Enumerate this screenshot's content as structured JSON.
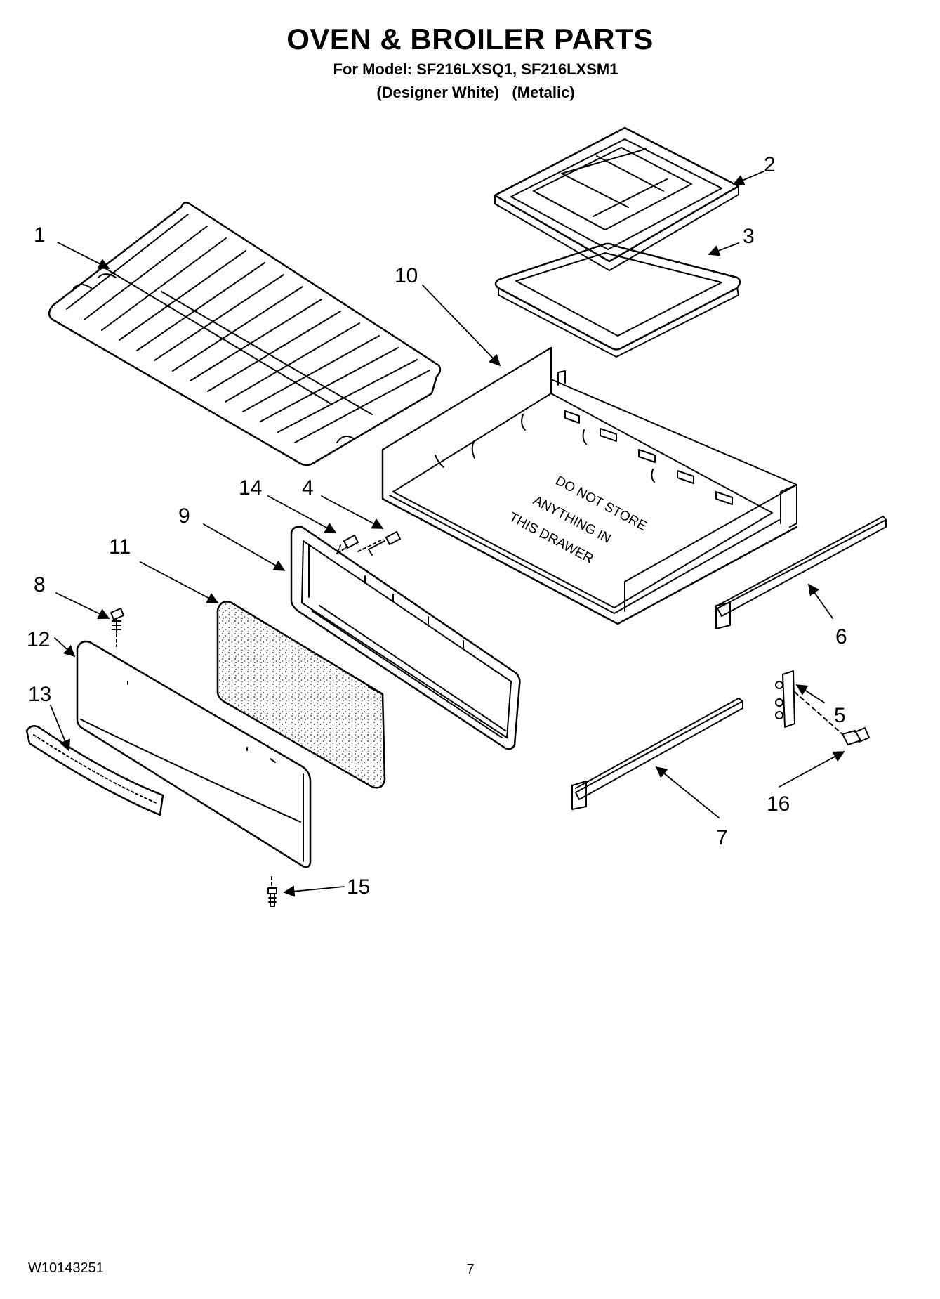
{
  "header": {
    "title": "OVEN & BROILER PARTS",
    "model_line": "For Model: SF216LXSQ1, SF216LXSM1",
    "variant_line": "(Designer White)   (Metalic)"
  },
  "drawer_warning": [
    "DO NOT STORE",
    "ANYTHING IN",
    "THIS DRAWER"
  ],
  "callouts": {
    "c1": "1",
    "c2": "2",
    "c3": "3",
    "c4": "4",
    "c5": "5",
    "c6": "6",
    "c7": "7",
    "c8": "8",
    "c9": "9",
    "c10": "10",
    "c11": "11",
    "c12": "12",
    "c13": "13",
    "c14": "14",
    "c15": "15",
    "c16": "16"
  },
  "footer": {
    "doc_number": "W10143251",
    "page_number": "7"
  }
}
